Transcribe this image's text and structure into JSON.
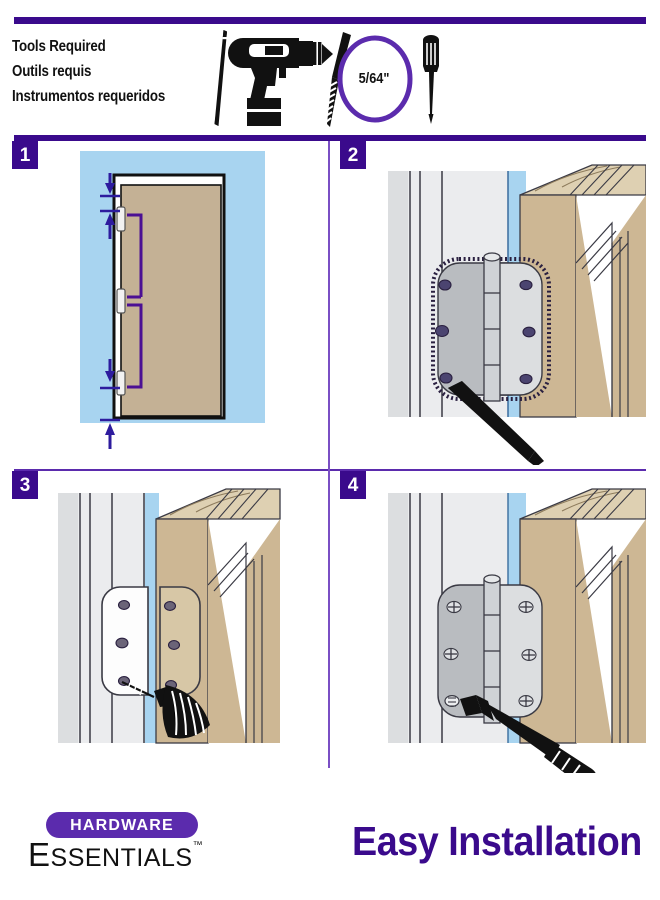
{
  "sheet": {
    "accent_purple": "#3a0a8c",
    "accent_purple_light": "#5b2bad",
    "wall_grey": "#dcdee0",
    "wall_blue": "#a8d4f0",
    "wood_tan": "#cdb794",
    "wood_tan_light": "#ded0b2",
    "hinge_grey": "#c6c9cc"
  },
  "tools": {
    "heading_en": "Tools Required",
    "heading_fr": "Outils requis",
    "heading_es": "Instrumentos requeridos",
    "bit_size": "5/64\"",
    "icons": [
      {
        "name": "pencil-icon",
        "label": "pencil"
      },
      {
        "name": "cordless-drill-icon",
        "label": "cordless drill"
      },
      {
        "name": "drill-bit-icon",
        "label": "drill bit"
      },
      {
        "name": "screwdriver-icon",
        "label": "screwdriver"
      }
    ]
  },
  "steps": [
    {
      "number": "1",
      "name": "mark-hinge-locations"
    },
    {
      "number": "2",
      "name": "trace-hinge-outline"
    },
    {
      "number": "3",
      "name": "drill-pilot-holes"
    },
    {
      "number": "4",
      "name": "fasten-hinge-screws"
    }
  ],
  "footer": {
    "brand_top": "HARDWARE",
    "brand_bottom_cap": "E",
    "brand_bottom_rest": "SSENTIALS",
    "brand_tm": "™",
    "tagline": "Easy Installation"
  }
}
